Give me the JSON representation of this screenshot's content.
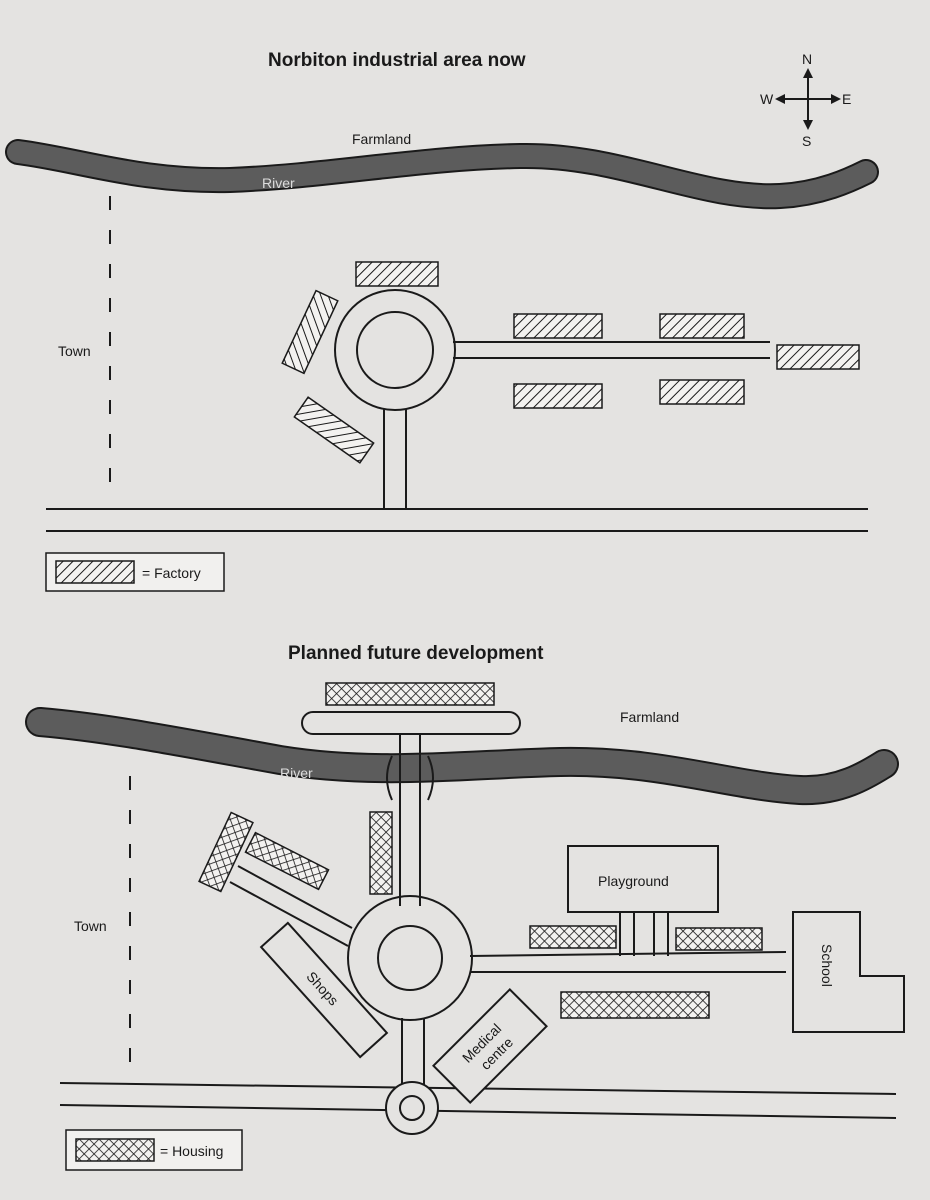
{
  "map1": {
    "title": "Norbiton industrial area now",
    "compass": {
      "n": "N",
      "s": "S",
      "e": "E",
      "w": "W"
    },
    "farmland": "Farmland",
    "river": "River",
    "town": "Town",
    "legend": {
      "label": "= Factory",
      "pattern": "hatched"
    }
  },
  "map2": {
    "title": "Planned future development",
    "farmland": "Farmland",
    "river": "River",
    "town": "Town",
    "playground": "Playground",
    "school": "School",
    "shops": "Shops",
    "medical_line1": "Medical",
    "medical_line2": "centre",
    "legend": {
      "label": "= Housing",
      "pattern": "cross-hatched"
    }
  },
  "colors": {
    "paper": "#e4e3e1",
    "river": "#5c5c5c",
    "ink": "#1a1a1a"
  }
}
